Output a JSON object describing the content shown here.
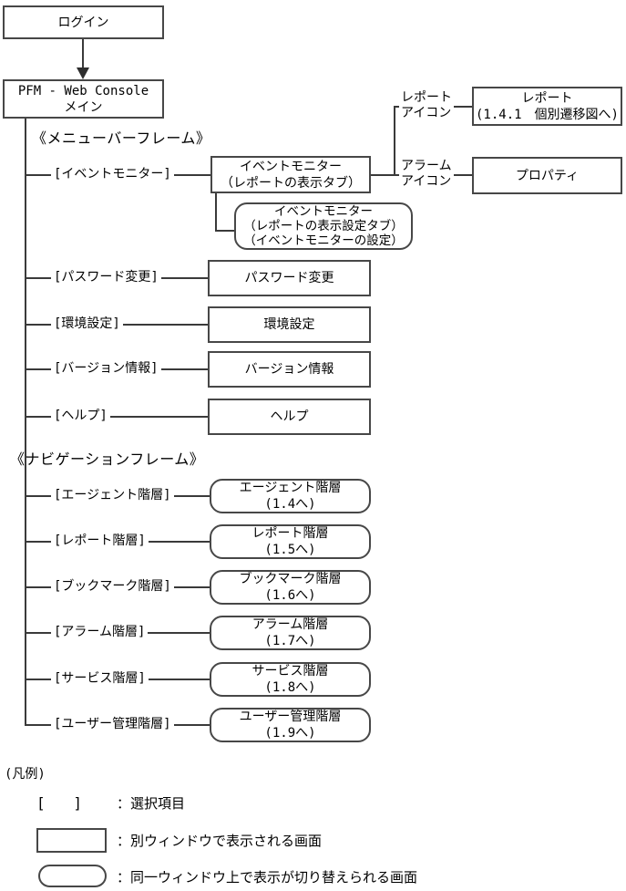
{
  "flow": {
    "login": "ログイン",
    "main_line1": "PFM - Web Console",
    "main_line2": "メイン"
  },
  "menubar": {
    "frame_label": "《メニューバーフレーム》",
    "event_monitor": {
      "menu_label": "[イベントモニター]",
      "screen_line1": "イベントモニター",
      "screen_line2": "（レポートの表示タブ）",
      "alt_screen_line1": "イベントモニター",
      "alt_screen_line2": "（レポートの表示設定タブ）",
      "alt_screen_line3": "（イベントモニターの設定）",
      "report_icon_line1": "レポート",
      "report_icon_line2": "アイコン",
      "report_screen_line1": "レポート",
      "report_screen_line2": "(1.4.1　個別遷移図へ)",
      "alarm_icon_line1": "アラーム",
      "alarm_icon_line2": "アイコン",
      "alarm_screen": "プロパティ"
    },
    "password": {
      "menu_label": "[パスワード変更]",
      "screen": "パスワード変更"
    },
    "environment": {
      "menu_label": "[環境設定]",
      "screen": "環境設定"
    },
    "version": {
      "menu_label": "[バージョン情報]",
      "screen": "バージョン情報"
    },
    "help": {
      "menu_label": "[ヘルプ]",
      "screen": "ヘルプ"
    }
  },
  "navigation": {
    "frame_label": "《ナビゲーションフレーム》",
    "items": [
      {
        "menu_label": "[エージェント階層]",
        "screen_line1": "エージェント階層",
        "screen_line2": "(1.4へ)"
      },
      {
        "menu_label": "[レポート階層]",
        "screen_line1": "レポート階層",
        "screen_line2": "(1.5へ)"
      },
      {
        "menu_label": "[ブックマーク階層]",
        "screen_line1": "ブックマーク階層",
        "screen_line2": "(1.6へ)"
      },
      {
        "menu_label": "[アラーム階層]",
        "screen_line1": "アラーム階層",
        "screen_line2": "(1.7へ)"
      },
      {
        "menu_label": "[サービス階層]",
        "screen_line1": "サービス階層",
        "screen_line2": "(1.8へ)"
      },
      {
        "menu_label": "[ユーザー管理階層]",
        "screen_line1": "ユーザー管理階層",
        "screen_line2": "(1.9へ)"
      }
    ]
  },
  "legend": {
    "title": "(凡例)",
    "bracket_open": "[",
    "bracket_close": "]",
    "selection_desc": "：選択項目",
    "window_desc": "：別ウィンドウで表示される画面",
    "switch_desc": "：同一ウィンドウ上で表示が切り替えられる画面"
  },
  "colors": {
    "line": "#3a3a3a",
    "border": "#474747",
    "text": "#000000",
    "background": "#ffffff"
  }
}
